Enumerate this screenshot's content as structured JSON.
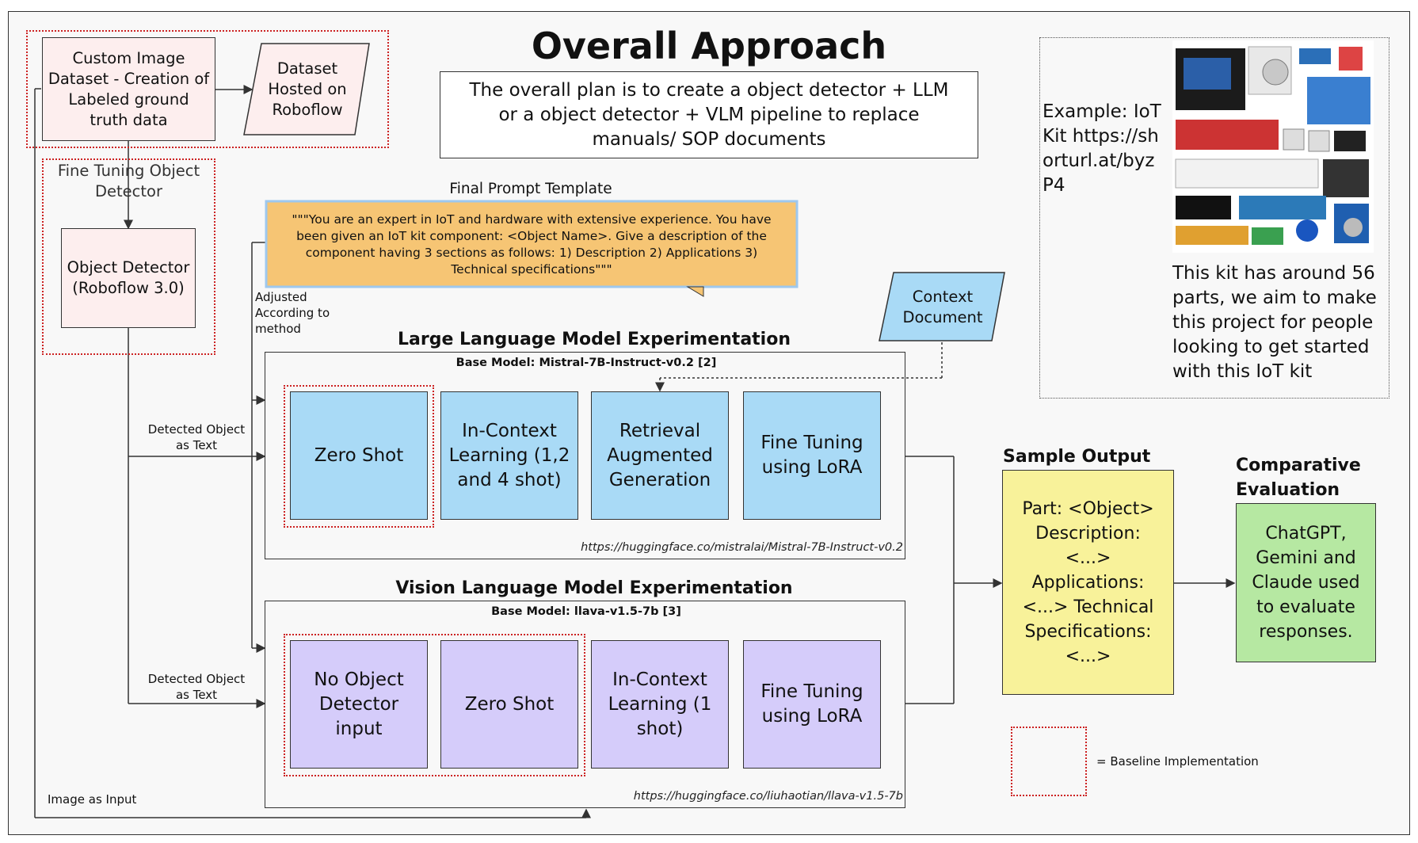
{
  "title": "Overall Approach",
  "plan_text": "The overall plan is to create a object detector + LLM or a object detector + VLM pipeline to replace manuals/ SOP documents",
  "dataset_box": "Custom Image Dataset - Creation of Labeled ground truth data",
  "dataset_hosted": "Dataset Hosted on Roboflow",
  "fine_tuning_detector": "Fine Tuning Object Detector",
  "object_detector": "Object Detector (Roboflow 3.0)",
  "prompt": {
    "title": "Final Prompt Template",
    "text": "\"\"\"You are an expert in IoT and hardware with extensive experience. You have been given an IoT kit component: <Object Name>. Give a description of the component having 3 sections as follows: 1) Description 2) Applications 3) Technical specifications\"\"\"",
    "adjusted": "Adjusted According to method"
  },
  "context_document": "Context Document",
  "llm": {
    "title": "Large Language Model Experimentation",
    "base_model": "Base Model: Mistral-7B-Instruct-v0.2 [2]",
    "url": "https://huggingface.co/mistralai/Mistral-7B-Instruct-v0.2",
    "cells": [
      "Zero Shot",
      "In-Context Learning (1,2 and 4 shot)",
      "Retrieval Augmented Generation",
      "Fine Tuning using LoRA"
    ]
  },
  "vlm": {
    "title": "Vision Language Model Experimentation",
    "base_model": "Base Model: llava-v1.5-7b [3]",
    "url": "https://huggingface.co/liuhaotian/llava-v1.5-7b",
    "cells": [
      "No Object Detector input",
      "Zero Shot",
      "In-Context Learning (1 shot)",
      "Fine Tuning using LoRA"
    ]
  },
  "detected_text_1": "Detected Object as Text",
  "detected_text_2": "Detected Object as Text",
  "image_input": "Image as Input",
  "example": {
    "text": "Example: IoT Kit https://shorturl.at/byzP4",
    "description": "This kit has around 56 parts, we aim to make this project for people looking to get started with this IoT kit"
  },
  "sample_output": {
    "title": "Sample Output",
    "text": "Part: <Object> Description: <...> Applications: <...> Technical Specifications: <...>"
  },
  "comparative": {
    "title": "Comparative Evaluation",
    "text": "ChatGPT, Gemini and Claude used to evaluate responses."
  },
  "legend": "= Baseline Implementation",
  "colors": {
    "pink": "#fdeeee",
    "blue": "#a9daf6",
    "purple": "#d5ccfa",
    "yellow": "#f8f29a",
    "green": "#b6e8a2",
    "prompt": "#f6c574",
    "baseline": "#cc2222"
  }
}
